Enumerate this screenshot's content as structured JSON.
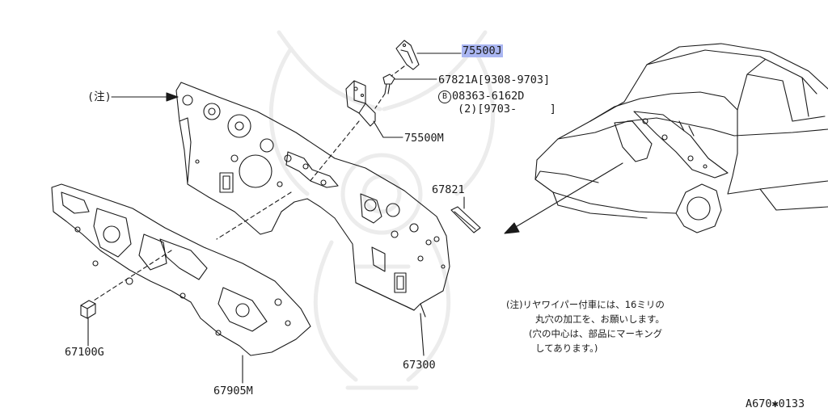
{
  "watermark": {
    "description": "samurai-kabuto-crest-watermark"
  },
  "callouts": {
    "note_marker": "(注)",
    "part_75500J": "75500J",
    "part_67821A": "67821A[9308-9703]",
    "bolt_code_symbol": "B",
    "bolt_code": "08363-6162D",
    "bolt_qty": "(2)[9703-     ]",
    "part_75500M": "75500M",
    "part_67821": "67821",
    "part_67100G": "67100G",
    "part_67905M": "67905M",
    "part_67300": "67300"
  },
  "note_lines": [
    "(注)リヤワイパー付車には、16ミリの",
    "丸穴の加工を、お願いします。",
    "(穴の中心は、部品にマーキング",
    "してあります。)"
  ],
  "diagram_code": "A670✱0133",
  "colors": {
    "line": "#1a1a1a",
    "highlight": "#aab6f2",
    "watermark": "#ececec"
  }
}
